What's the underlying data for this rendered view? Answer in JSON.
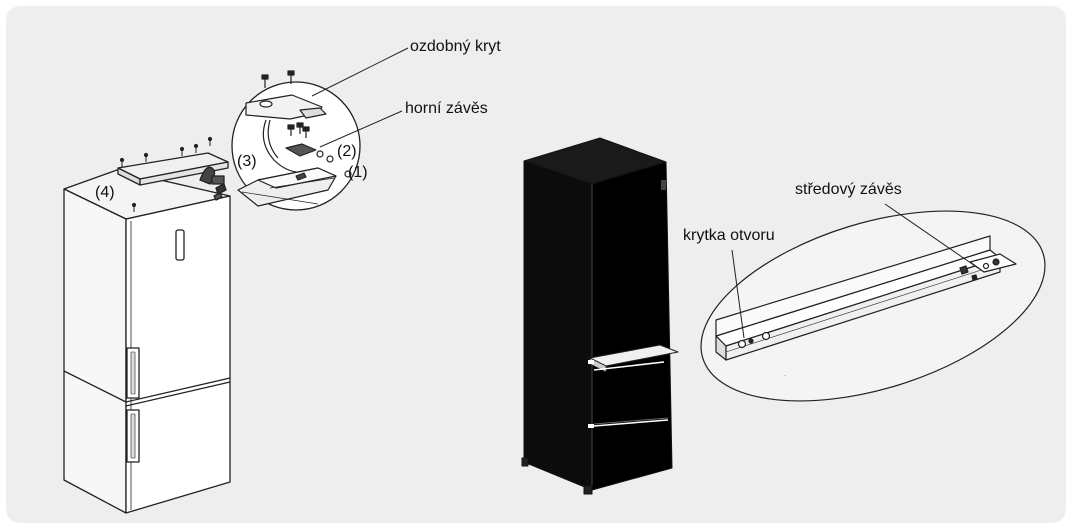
{
  "labels": {
    "decorative_cover": "ozdobný kryt",
    "top_hinge": "horní závěs",
    "step_1": "(1)",
    "step_2": "(2)",
    "step_3": "(3)",
    "step_4": "(4)",
    "middle_hinge": "středový závěs",
    "hole_cap": "krytka otvoru"
  }
}
